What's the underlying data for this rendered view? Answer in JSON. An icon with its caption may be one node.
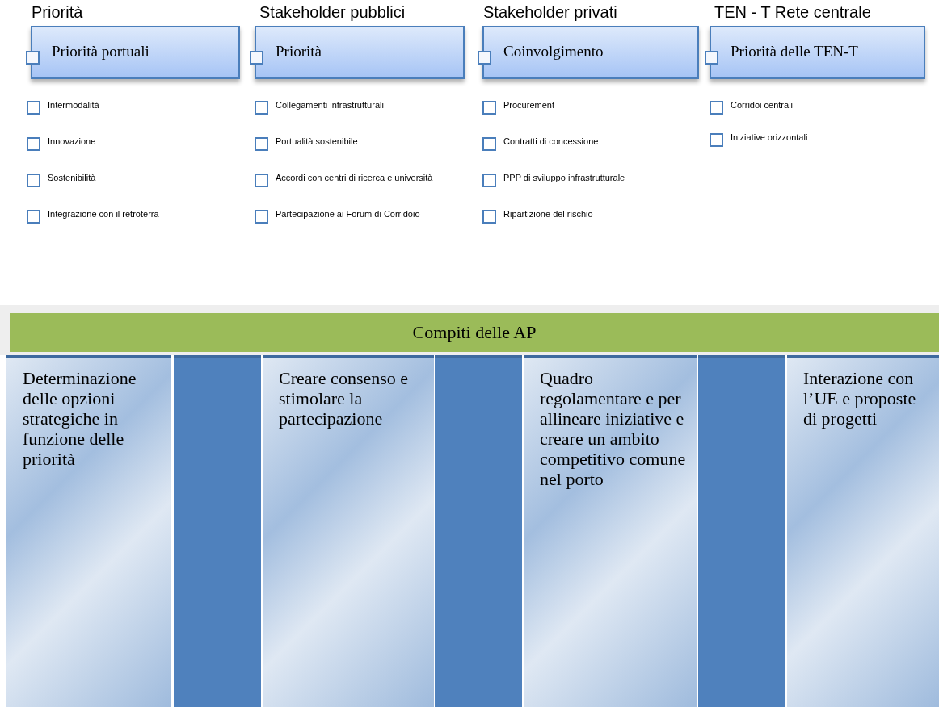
{
  "diagram": {
    "nodes": [
      {
        "text": [
          "Priorità",
          "Priorità portuali"
        ]
      },
      {
        "text": [
          "Stakeholder pubblici",
          "Priorità"
        ]
      },
      {
        "text": [
          "Stakeholder privati",
          "Coinvolgimento"
        ]
      },
      {
        "text": [
          "TEN - T Rete centrale",
          "Priorità delle TEN-T"
        ]
      },
      {
        "text": [
          "Compiti delle AP"
        ]
      },
      {
        "text": [
          "Determinazione delle opzioni strategiche in funzione delle priorità"
        ]
      },
      {
        "text": [],
        "shape": "bar"
      },
      {
        "text": [
          "Creare consenso e stimolare la partecipazione"
        ]
      },
      {
        "text": [],
        "shape": "bar"
      },
      {
        "text": [
          "Quadro regolamentare e per allineare iniziative e creare un ambito competitivo comune nel porto"
        ]
      },
      {
        "text": [],
        "shape": "bar"
      },
      {
        "text": [
          "Interazione con l’UE e proposte di progetti"
        ]
      }
    ],
    "edges": [],
    "labels": [
      "Intermodalità",
      "Innovazione",
      "Sostenibilità",
      "Integrazione con il retroterra",
      "Collegamenti infrastrutturali",
      "Portualità sostenibile",
      "Accordi con centri di ricerca e università",
      "Partecipazione ai Forum di Corridoio",
      "Procurement",
      "Contratti di concessione",
      "PPP di sviluppo infrastrutturale",
      "Ripartizione del rischio",
      "Corridoi centrali",
      "Iniziative orizzontali"
    ]
  }
}
